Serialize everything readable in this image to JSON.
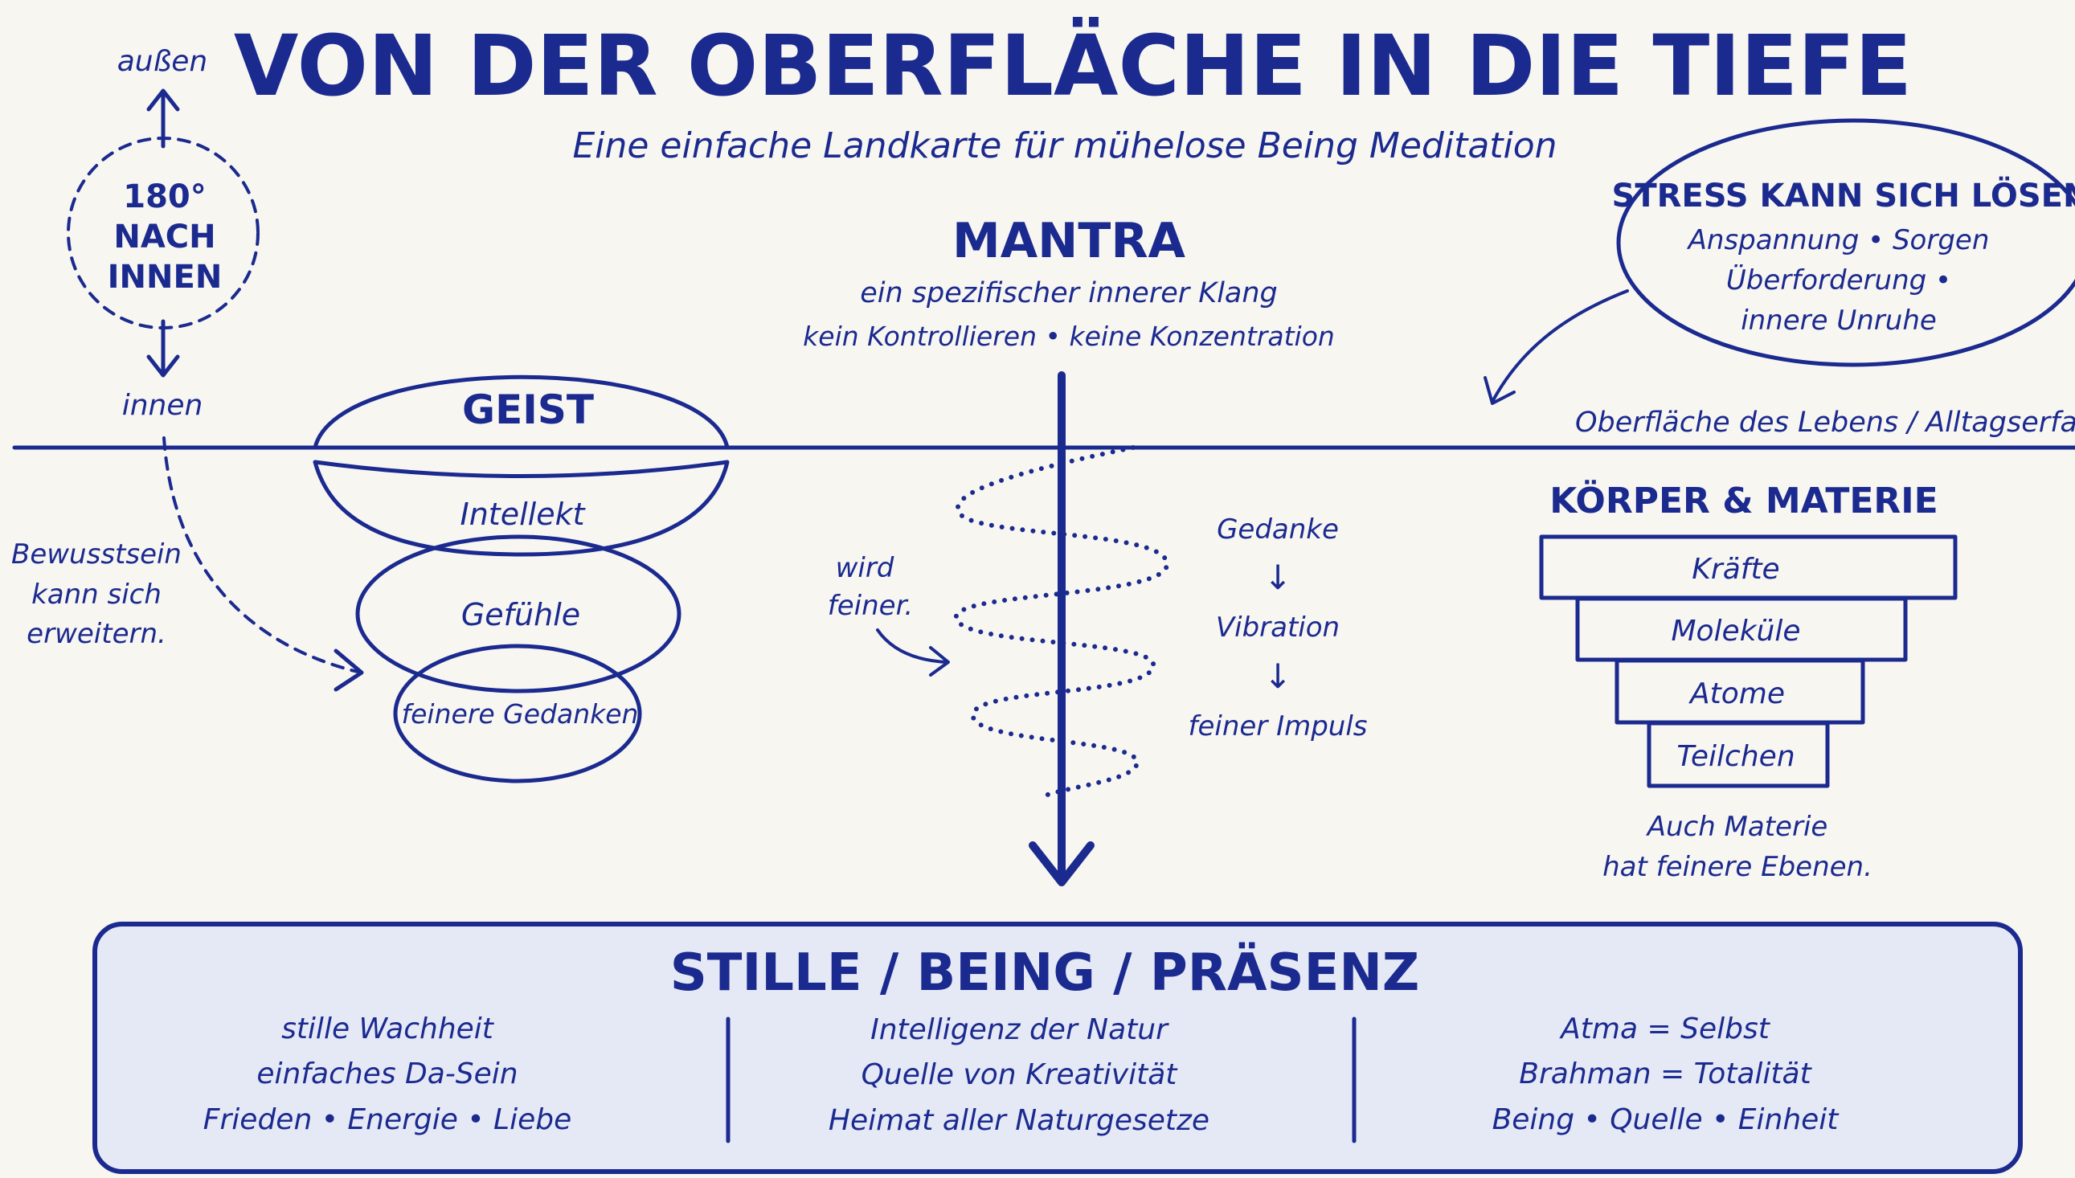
{
  "header": {
    "title": "VON DER OBERFLÄCHE IN DIE TIEFE",
    "subtitle": "Eine einfache Landkarte für mühelose Being Meditation"
  },
  "orientation": {
    "outer_label": "außen",
    "circle_lines": [
      "180°",
      "NACH",
      "INNEN"
    ],
    "inner_label": "innen",
    "awareness_lines": [
      "Bewusstsein",
      "kann sich",
      "erweitern."
    ]
  },
  "mantra": {
    "heading": "MANTRA",
    "line1": "ein spezifischer innerer Klang",
    "line2": "kein Kontrollieren • keine Konzentration",
    "finer_lines": [
      "wird",
      "feiner."
    ],
    "stages": [
      "Gedanke",
      "Vibration",
      "feiner Impuls"
    ],
    "arrow_glyph": "↓"
  },
  "stress": {
    "heading": "STRESS KANN SICH LÖSEN",
    "lines": [
      "Anspannung • Sorgen",
      "Überforderung •",
      "innere Unruhe"
    ]
  },
  "surface_label": "Oberfläche des Lebens / Alltagserfahrung",
  "mind": {
    "heading": "GEIST",
    "layers": [
      "Intellekt",
      "Gefühle",
      "feinere Gedanken"
    ]
  },
  "body": {
    "heading": "KÖRPER & MATERIE",
    "levels": [
      "Kräfte",
      "Moleküle",
      "Atome",
      "Teilchen"
    ],
    "note_lines": [
      "Auch Materie",
      "hat feinere Ebenen."
    ]
  },
  "stillness": {
    "heading": "STILLE / BEING / PRÄSENZ",
    "columns": [
      [
        "stille Wachheit",
        "einfaches Da-Sein",
        "Frieden • Energie • Liebe"
      ],
      [
        "Intelligenz der Natur",
        "Quelle von Kreativität",
        "Heimat aller Naturgesetze"
      ],
      [
        "Atma = Selbst",
        "Brahman = Totalität",
        "Being • Quelle • Einheit"
      ]
    ]
  },
  "colors": {
    "ink": "#1b2a8f",
    "paper": "#f8f6f1",
    "box_fill": "#e5e9f6"
  }
}
